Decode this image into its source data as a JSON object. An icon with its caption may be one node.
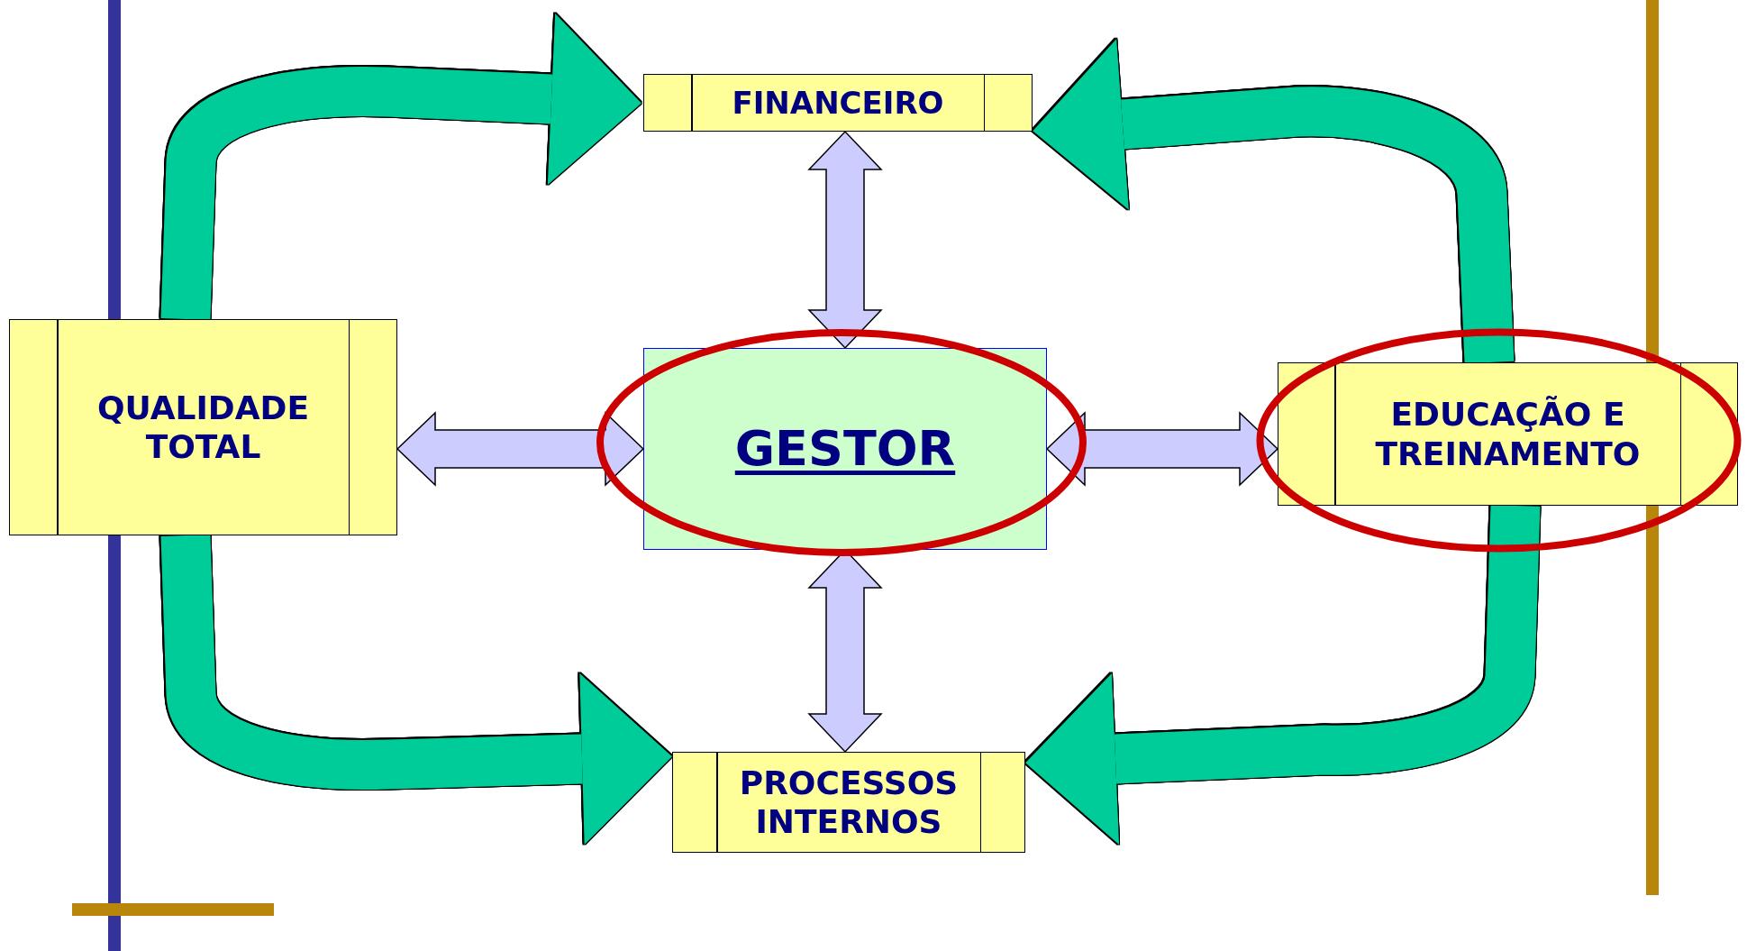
{
  "diagram": {
    "nodes": [
      {
        "text": [
          "FINANCEIRO"
        ]
      },
      {
        "text": [
          "QUALIDADE TOTAL"
        ]
      },
      {
        "text": [
          "GESTOR"
        ]
      },
      {
        "text": [
          "EDUCAÇÃO E TREINAMENTO"
        ]
      },
      {
        "text": [
          "PROCESSOS INTERNOS"
        ]
      }
    ],
    "edges": [
      {
        "from": 1,
        "to": 0,
        "arrow": "to",
        "color": "#00cc99"
      },
      {
        "from": 3,
        "to": 0,
        "arrow": "to",
        "color": "#00cc99"
      },
      {
        "from": 2,
        "to": 0,
        "arrow": "both",
        "color": "#ccccff"
      },
      {
        "from": 2,
        "to": 1,
        "arrow": "both",
        "color": "#ccccff"
      },
      {
        "from": 2,
        "to": 3,
        "arrow": "both",
        "color": "#ccccff"
      },
      {
        "from": 2,
        "to": 4,
        "arrow": "both",
        "color": "#ccccff"
      },
      {
        "from": 1,
        "to": 4,
        "arrow": "to",
        "color": "#00cc99"
      },
      {
        "from": 3,
        "to": 4,
        "arrow": "to",
        "color": "#00cc99"
      }
    ]
  }
}
